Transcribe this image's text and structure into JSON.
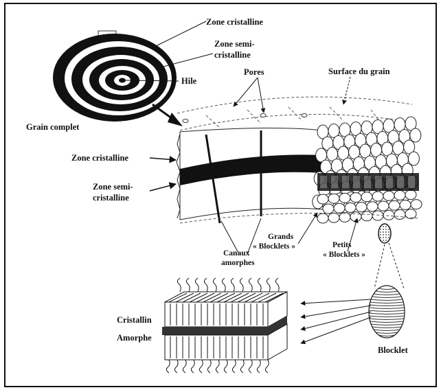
{
  "labels": {
    "zone_cristalline_top": "Zone cristalline",
    "zone_semi_top_1": "Zone semi-",
    "zone_semi_top_2": "cristalline",
    "hile": "Hile",
    "pores": "Pores",
    "surface_du_grain": "Surface du grain",
    "grain_complet": "Grain complet",
    "zone_cristalline_mid": "Zone cristalline",
    "zone_semi_mid_1": "Zone semi-",
    "zone_semi_mid_2": "cristalline",
    "grands_1": "Grands",
    "grands_2": "« Blocklets »",
    "petits_1": "Petits",
    "petits_2": "« Blocklets »",
    "canaux_1": "Canaux",
    "canaux_2": "amorphes",
    "cristallin": "Cristallin",
    "amorphe": "Amorphe",
    "blocklet": "Blocklet"
  },
  "colors": {
    "ink": "#111111",
    "paper": "#ffffff"
  }
}
